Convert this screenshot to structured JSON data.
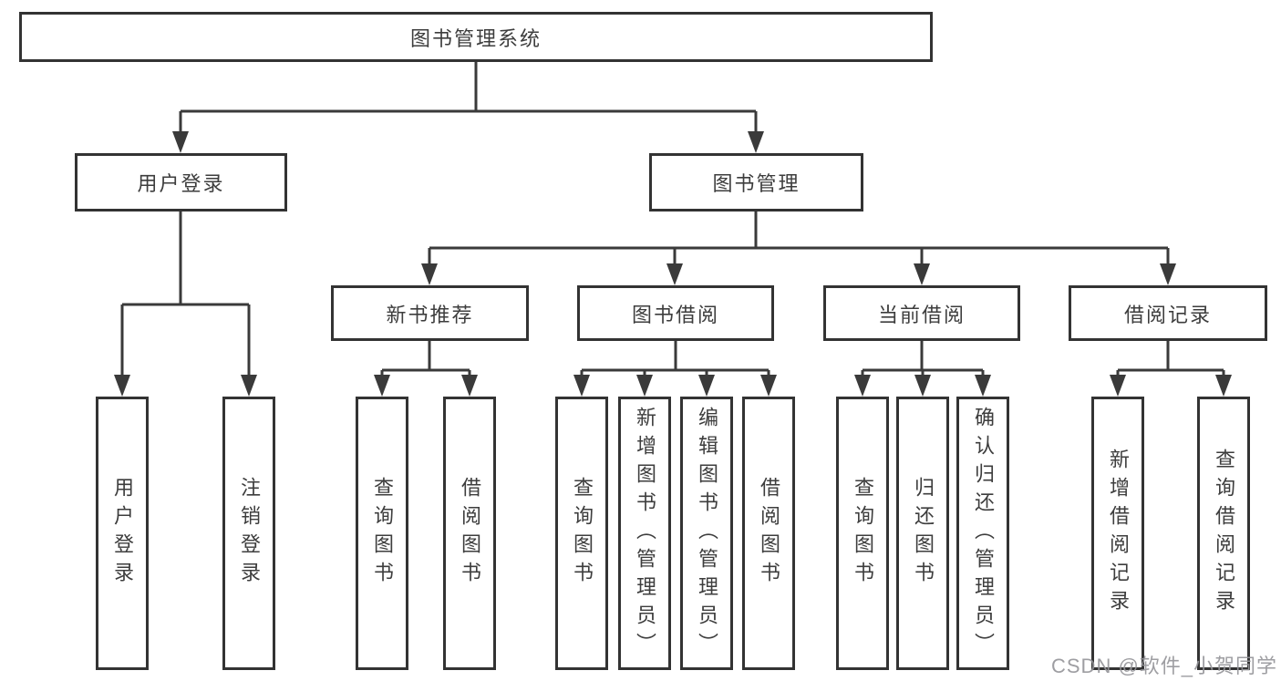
{
  "diagram": {
    "type": "hierarchy-tree",
    "title_node": "图书管理系统"
  },
  "nodes": {
    "root": {
      "label": "图书管理系统"
    },
    "user_login": {
      "label": "用户登录"
    },
    "book_mgmt": {
      "label": "图书管理"
    },
    "new_book_rec": {
      "label": "新书推荐"
    },
    "book_borrow": {
      "label": "图书借阅"
    },
    "current_borrow": {
      "label": "当前借阅"
    },
    "borrow_records": {
      "label": "借阅记录"
    },
    "leaf_user_login": {
      "label": "用户登录"
    },
    "leaf_logout": {
      "label": "注销登录"
    },
    "leaf_rec_query": {
      "label": "查询图书"
    },
    "leaf_rec_borrow": {
      "label": "借阅图书"
    },
    "leaf_bb_query": {
      "label": "查询图书"
    },
    "leaf_bb_add": {
      "label": "新增图书（管理员）"
    },
    "leaf_bb_edit": {
      "label": "编辑图书（管理员）"
    },
    "leaf_bb_borrow": {
      "label": "借阅图书"
    },
    "leaf_cb_query": {
      "label": "查询图书"
    },
    "leaf_cb_return": {
      "label": "归还图书"
    },
    "leaf_cb_confirm": {
      "label": "确认归还（管理员）"
    },
    "leaf_br_add": {
      "label": "新增借阅记录"
    },
    "leaf_br_query": {
      "label": "查询借阅记录"
    }
  },
  "hierarchy": [
    {
      "node": "root",
      "children": [
        "user_login",
        "book_mgmt"
      ]
    },
    {
      "node": "user_login",
      "children": [
        "leaf_user_login",
        "leaf_logout"
      ]
    },
    {
      "node": "book_mgmt",
      "children": [
        "new_book_rec",
        "book_borrow",
        "current_borrow",
        "borrow_records"
      ]
    },
    {
      "node": "new_book_rec",
      "children": [
        "leaf_rec_query",
        "leaf_rec_borrow"
      ]
    },
    {
      "node": "book_borrow",
      "children": [
        "leaf_bb_query",
        "leaf_bb_add",
        "leaf_bb_edit",
        "leaf_bb_borrow"
      ]
    },
    {
      "node": "current_borrow",
      "children": [
        "leaf_cb_query",
        "leaf_cb_return",
        "leaf_cb_confirm"
      ]
    },
    {
      "node": "borrow_records",
      "children": [
        "leaf_br_add",
        "leaf_br_query"
      ]
    }
  ],
  "watermark": {
    "text": "CSDN @软件_小贺同学"
  },
  "colors": {
    "background": "#ffffff",
    "line": "#3a3a3a",
    "box_border": "#333333",
    "text": "#3d3d3d",
    "watermark": "#949498"
  }
}
